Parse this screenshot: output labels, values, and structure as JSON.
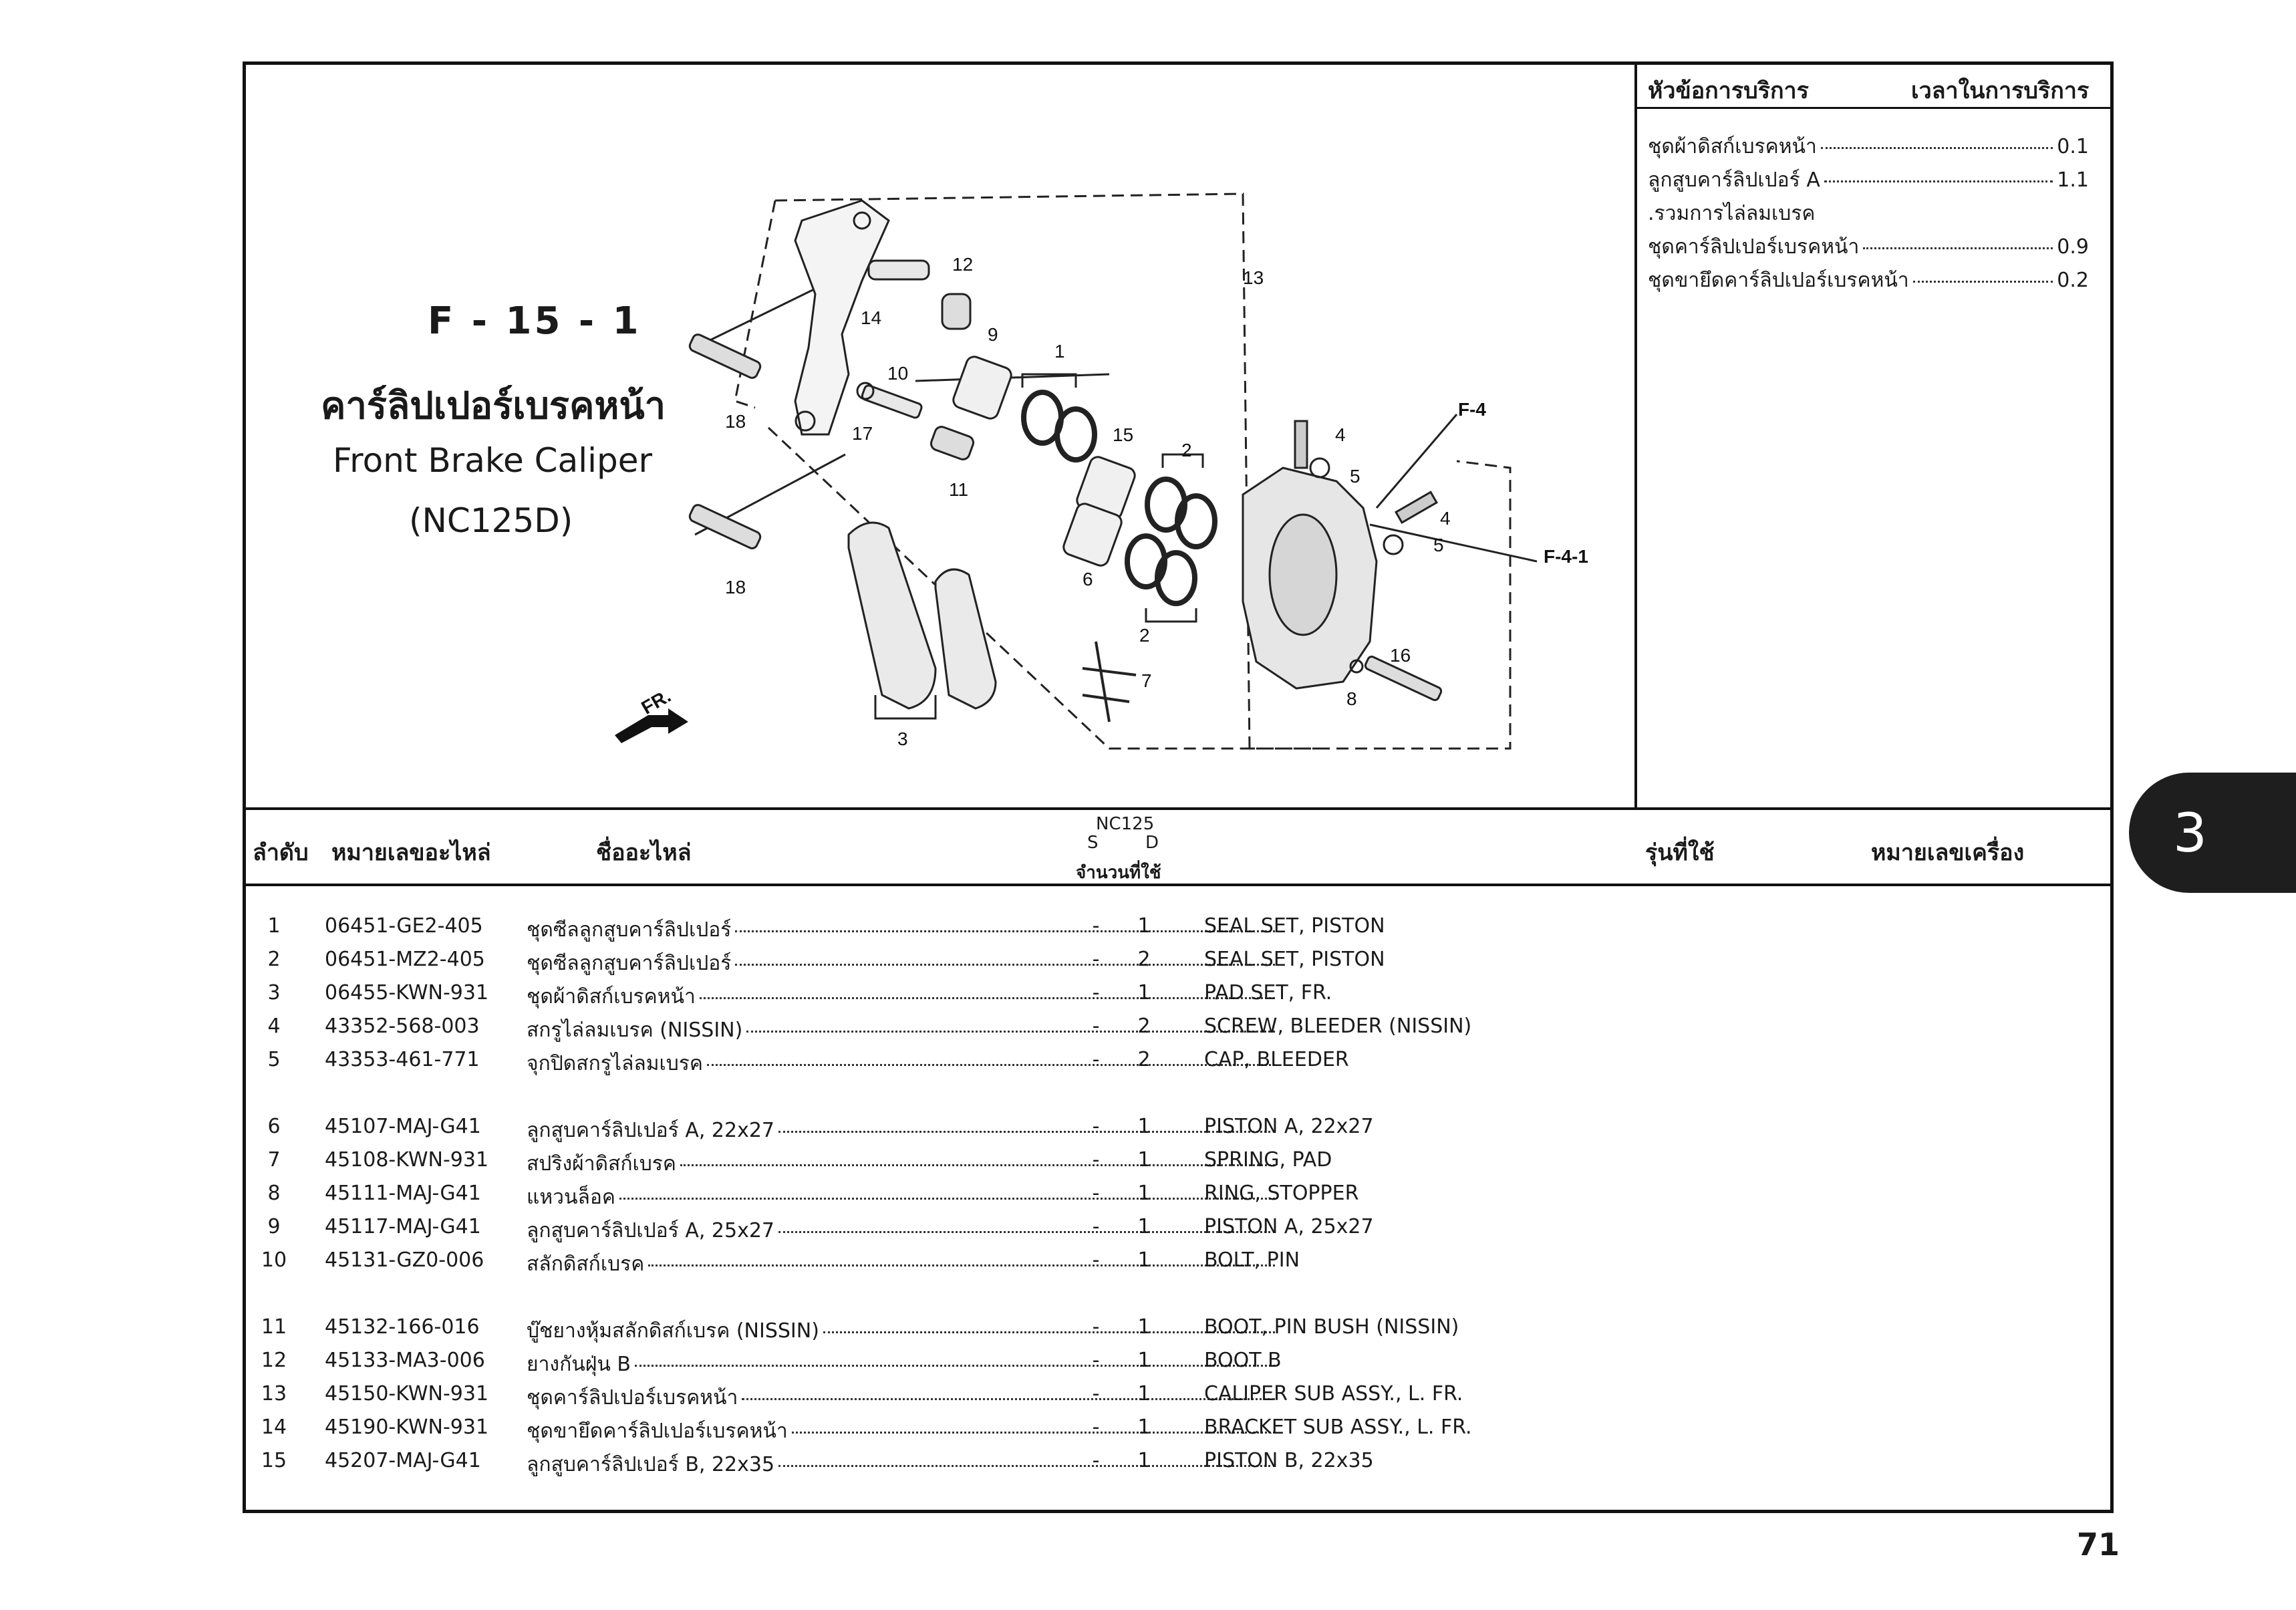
{
  "figure": {
    "code": "F - 15 - 1",
    "title_th": "คาร์ลิปเปอร์เบรคหน้า",
    "title_en": "Front Brake Caliper",
    "model": "(NC125D)",
    "fr_label": "FR.",
    "refs": [
      "F-4",
      "F-4-1"
    ],
    "callouts": [
      "1",
      "2",
      "2",
      "3",
      "4",
      "4",
      "5",
      "5",
      "6",
      "7",
      "8",
      "9",
      "10",
      "11",
      "12",
      "13",
      "14",
      "15",
      "16",
      "17",
      "18",
      "18"
    ]
  },
  "service": {
    "head_topic": "หัวข้อการบริการ",
    "head_time": "เวลาในการบริการ",
    "items": [
      {
        "label": "ชุดผ้าดิสก์เบรคหน้า",
        "time": "0.1"
      },
      {
        "label": "ลูกสูบคาร์ลิปเปอร์ A",
        "time": "1.1"
      },
      {
        "label": ".รวมการไล่ลมเบรค",
        "time": ""
      },
      {
        "label": "ชุดคาร์ลิปเปอร์เบรคหน้า",
        "time": "0.9"
      },
      {
        "label": "ชุดขายึดคาร์ลิปเปอร์เบรคหน้า",
        "time": "0.2"
      }
    ]
  },
  "table": {
    "headers": {
      "no": "ลำดับ",
      "part_no": "หมายเลขอะไหล่",
      "name": "ชื่ออะไหล่",
      "model": "NC125",
      "s": "S",
      "d": "D",
      "qty": "จำนวนที่ใช้",
      "used_in": "รุ่นที่ใช้",
      "engine_no": "หมายเลขเครื่อง"
    },
    "rows": [
      {
        "no": "1",
        "pn": "06451-GE2-405",
        "th": "ชุดซีลลูกสูบคาร์ลิปเปอร์",
        "s": "-",
        "d": "1",
        "en": "SEAL SET, PISTON"
      },
      {
        "no": "2",
        "pn": "06451-MZ2-405",
        "th": "ชุดซีลลูกสูบคาร์ลิปเปอร์",
        "s": "-",
        "d": "2",
        "en": "SEAL SET, PISTON"
      },
      {
        "no": "3",
        "pn": "06455-KWN-931",
        "th": "ชุดผ้าดิสก์เบรคหน้า",
        "s": "-",
        "d": "1",
        "en": "PAD SET, FR."
      },
      {
        "no": "4",
        "pn": "43352-568-003",
        "th": "สกรูไล่ลมเบรค (NISSIN)",
        "s": "-",
        "d": "2",
        "en": "SCREW, BLEEDER (NISSIN)"
      },
      {
        "no": "5",
        "pn": "43353-461-771",
        "th": "จุกปิดสกรูไล่ลมเบรค",
        "s": "-",
        "d": "2",
        "en": "CAP, BLEEDER"
      },
      {
        "no": "6",
        "pn": "45107-MAJ-G41",
        "th": "ลูกสูบคาร์ลิปเปอร์ A, 22x27",
        "s": "-",
        "d": "1",
        "en": "PISTON A, 22x27"
      },
      {
        "no": "7",
        "pn": "45108-KWN-931",
        "th": "สปริงผ้าดิสก์เบรค",
        "s": "-",
        "d": "1",
        "en": "SPRING, PAD"
      },
      {
        "no": "8",
        "pn": "45111-MAJ-G41",
        "th": "แหวนล็อค",
        "s": "-",
        "d": "1",
        "en": "RING, STOPPER"
      },
      {
        "no": "9",
        "pn": "45117-MAJ-G41",
        "th": "ลูกสูบคาร์ลิปเปอร์ A, 25x27",
        "s": "-",
        "d": "1",
        "en": "PISTON A, 25x27"
      },
      {
        "no": "10",
        "pn": "45131-GZ0-006",
        "th": "สลักดิสก์เบรค",
        "s": "-",
        "d": "1",
        "en": "BOLT, PIN"
      },
      {
        "no": "11",
        "pn": "45132-166-016",
        "th": "บู๊ชยางหุ้มสลักดิสก์เบรค (NISSIN)",
        "s": "-",
        "d": "1",
        "en": "BOOT, PIN BUSH (NISSIN)"
      },
      {
        "no": "12",
        "pn": "45133-MA3-006",
        "th": "ยางกันฝุ่น B",
        "s": "-",
        "d": "1",
        "en": "BOOT B"
      },
      {
        "no": "13",
        "pn": "45150-KWN-931",
        "th": "ชุดคาร์ลิปเปอร์เบรคหน้า",
        "s": "-",
        "d": "1",
        "en": "CALIPER SUB ASSY., L. FR."
      },
      {
        "no": "14",
        "pn": "45190-KWN-931",
        "th": "ชุดขายึดคาร์ลิปเปอร์เบรคหน้า",
        "s": "-",
        "d": "1",
        "en": "BRACKET SUB ASSY., L. FR."
      },
      {
        "no": "15",
        "pn": "45207-MAJ-G41",
        "th": "ลูกสูบคาร์ลิปเปอร์ B, 22x35",
        "s": "-",
        "d": "1",
        "en": "PISTON B, 22x35"
      }
    ]
  },
  "tab_number": "3",
  "page_number": "71"
}
